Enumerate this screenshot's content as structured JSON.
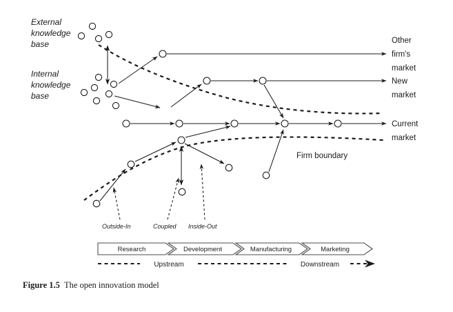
{
  "figure": {
    "caption_label": "Figure 1.5",
    "caption_text": "The open innovation model"
  },
  "knowledge_labels": [
    {
      "id": "external",
      "lines": [
        "External",
        "knowledge",
        "base"
      ]
    },
    {
      "id": "internal",
      "lines": [
        "Internal",
        "knowledge",
        "base"
      ]
    }
  ],
  "market_labels": [
    {
      "id": "other-firms-market",
      "lines": [
        "Other",
        "firm's",
        "market"
      ]
    },
    {
      "id": "new-market",
      "lines": [
        "New",
        "market"
      ]
    },
    {
      "id": "current-market",
      "lines": [
        "Current",
        "market"
      ]
    }
  ],
  "boundary_label": "Firm boundary",
  "process_annotations": [
    {
      "id": "outside-in",
      "label": "Outside-In"
    },
    {
      "id": "coupled",
      "label": "Coupled"
    },
    {
      "id": "inside-out",
      "label": "Inside-Out"
    }
  ],
  "stage_bar": {
    "stages": [
      "Research",
      "Development",
      "Manufacturing",
      "Marketing"
    ]
  },
  "flow_legend": {
    "upstream": "Upstream",
    "downstream": "Downstream"
  },
  "colors": {
    "ink": "#1a1a1a",
    "background": "#ffffff",
    "chevron_stroke": "#4d4d4d"
  }
}
